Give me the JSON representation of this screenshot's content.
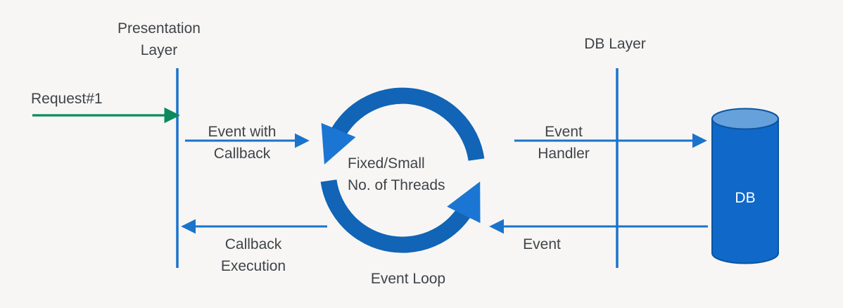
{
  "colors": {
    "background": "#f7f6f4",
    "text": "#3f4449",
    "line_blue": "#1b73cc",
    "green": "#0b8a5e",
    "loop_blue": "#1164b6",
    "loop_arrowhead": "#1b76d3",
    "cylinder_body": "#1068c8",
    "cylinder_top": "#66a1dc",
    "cylinder_stroke": "#0b55a2",
    "db_text": "#ffffff"
  },
  "diagram": {
    "presentation_layer": {
      "line1": "Presentation",
      "line2": "Layer"
    },
    "db_layer": {
      "label": "DB Layer"
    },
    "request": {
      "label": "Request#1"
    },
    "event_with_callback": {
      "line1": "Event with",
      "line2": "Callback"
    },
    "event_loop": {
      "center_line1": "Fixed/Small",
      "center_line2": "No. of Threads",
      "caption": "Event Loop"
    },
    "event_handler": {
      "line1": "Event",
      "line2": "Handler"
    },
    "event_return": {
      "label": "Event"
    },
    "callback_execution": {
      "line1": "Callback",
      "line2": "Execution"
    },
    "database": {
      "label": "DB"
    }
  }
}
